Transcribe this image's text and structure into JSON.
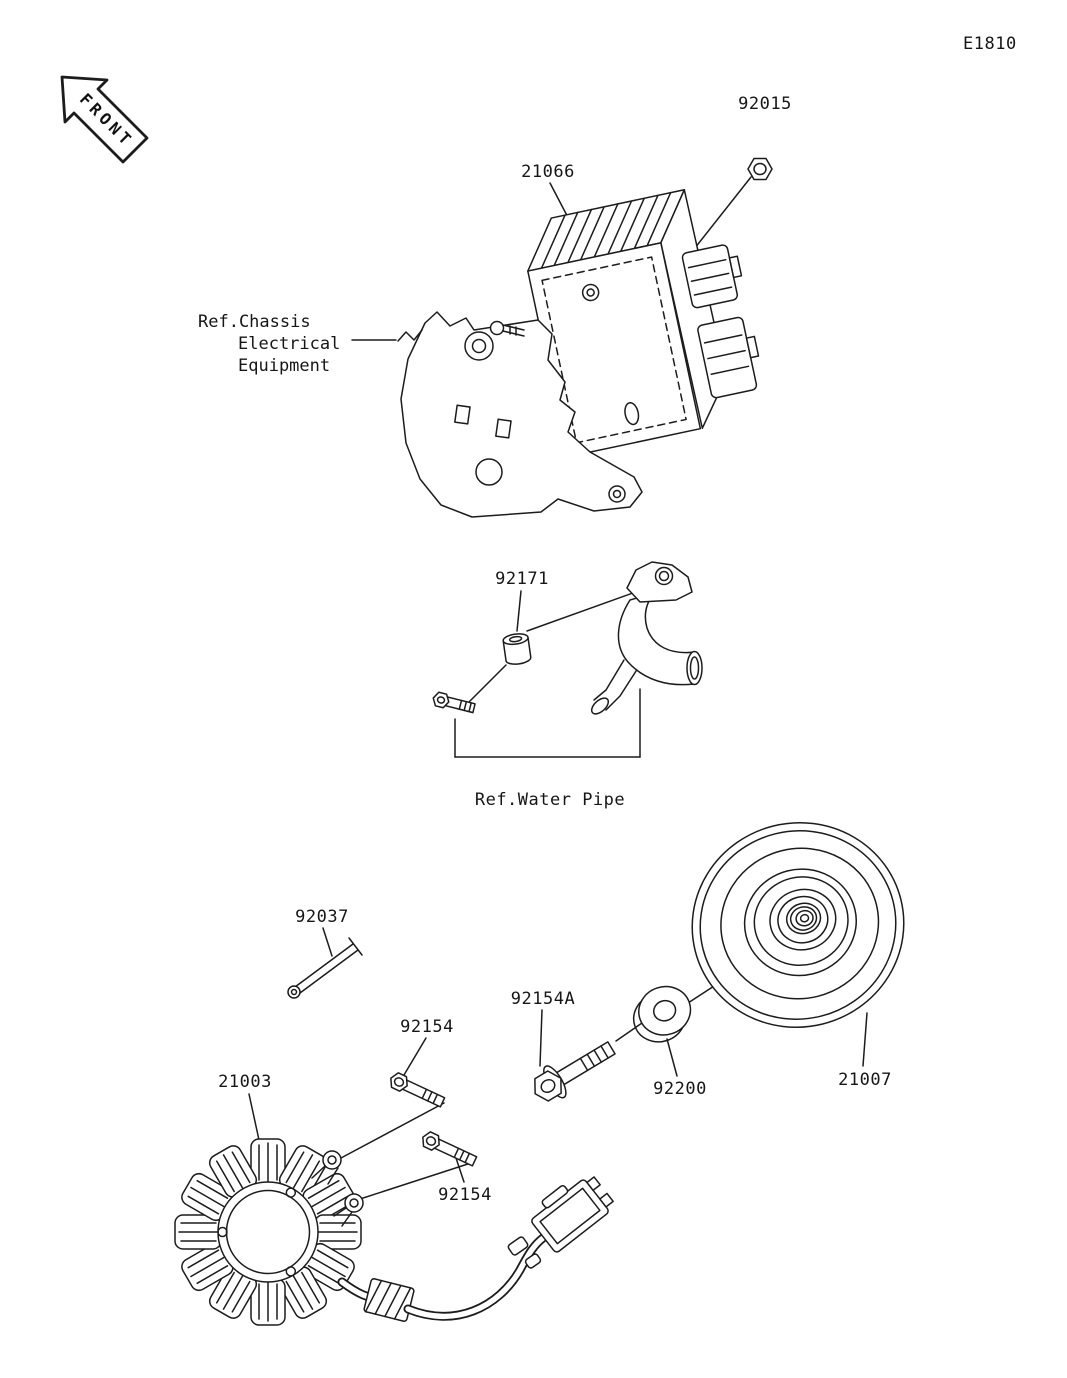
{
  "diagram": {
    "code": "E1810",
    "front_marker": "FRONT",
    "labels": {
      "nut_92015": "92015",
      "regulator_21066": "21066",
      "ref_chassis_line1": "Ref.Chassis",
      "ref_chassis_line2": "Electrical",
      "ref_chassis_line3": "Equipment",
      "clamp_92171": "92171",
      "ref_water_pipe": "Ref.Water Pipe",
      "pin_92037": "92037",
      "bolt_92154_upper": "92154",
      "bolt_92154a": "92154A",
      "washer_92200": "92200",
      "flywheel_21007": "21007",
      "stator_21003": "21003",
      "bolt_92154_lower": "92154"
    }
  }
}
